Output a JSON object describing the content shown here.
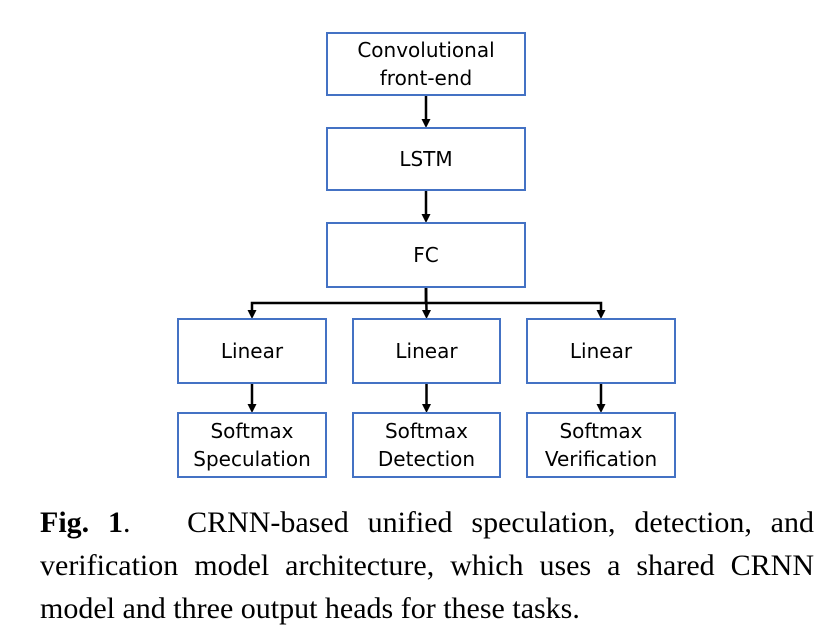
{
  "diagram": {
    "nodes": {
      "conv": [
        "Convolutional",
        "front-end"
      ],
      "lstm": [
        "LSTM"
      ],
      "fc": [
        "FC"
      ],
      "linear_spec": [
        "Linear"
      ],
      "linear_det": [
        "Linear"
      ],
      "linear_ver": [
        "Linear"
      ],
      "softmax_spec": [
        "Softmax",
        "Speculation"
      ],
      "softmax_det": [
        "Softmax",
        "Detection"
      ],
      "softmax_ver": [
        "Softmax",
        "Verification"
      ]
    },
    "edges": [
      [
        "conv",
        "lstm"
      ],
      [
        "lstm",
        "fc"
      ],
      [
        "fc",
        "linear_spec"
      ],
      [
        "fc",
        "linear_det"
      ],
      [
        "fc",
        "linear_ver"
      ],
      [
        "linear_spec",
        "softmax_spec"
      ],
      [
        "linear_det",
        "softmax_det"
      ],
      [
        "linear_ver",
        "softmax_ver"
      ]
    ],
    "colors": {
      "box_border": "#4472c4",
      "arrow": "#000000"
    }
  },
  "caption": {
    "label": "Fig. 1",
    "separator": ".",
    "text": "CRNN-based unified speculation, detection, and verification model architecture, which uses a shared CRNN model and three output heads for these tasks."
  }
}
